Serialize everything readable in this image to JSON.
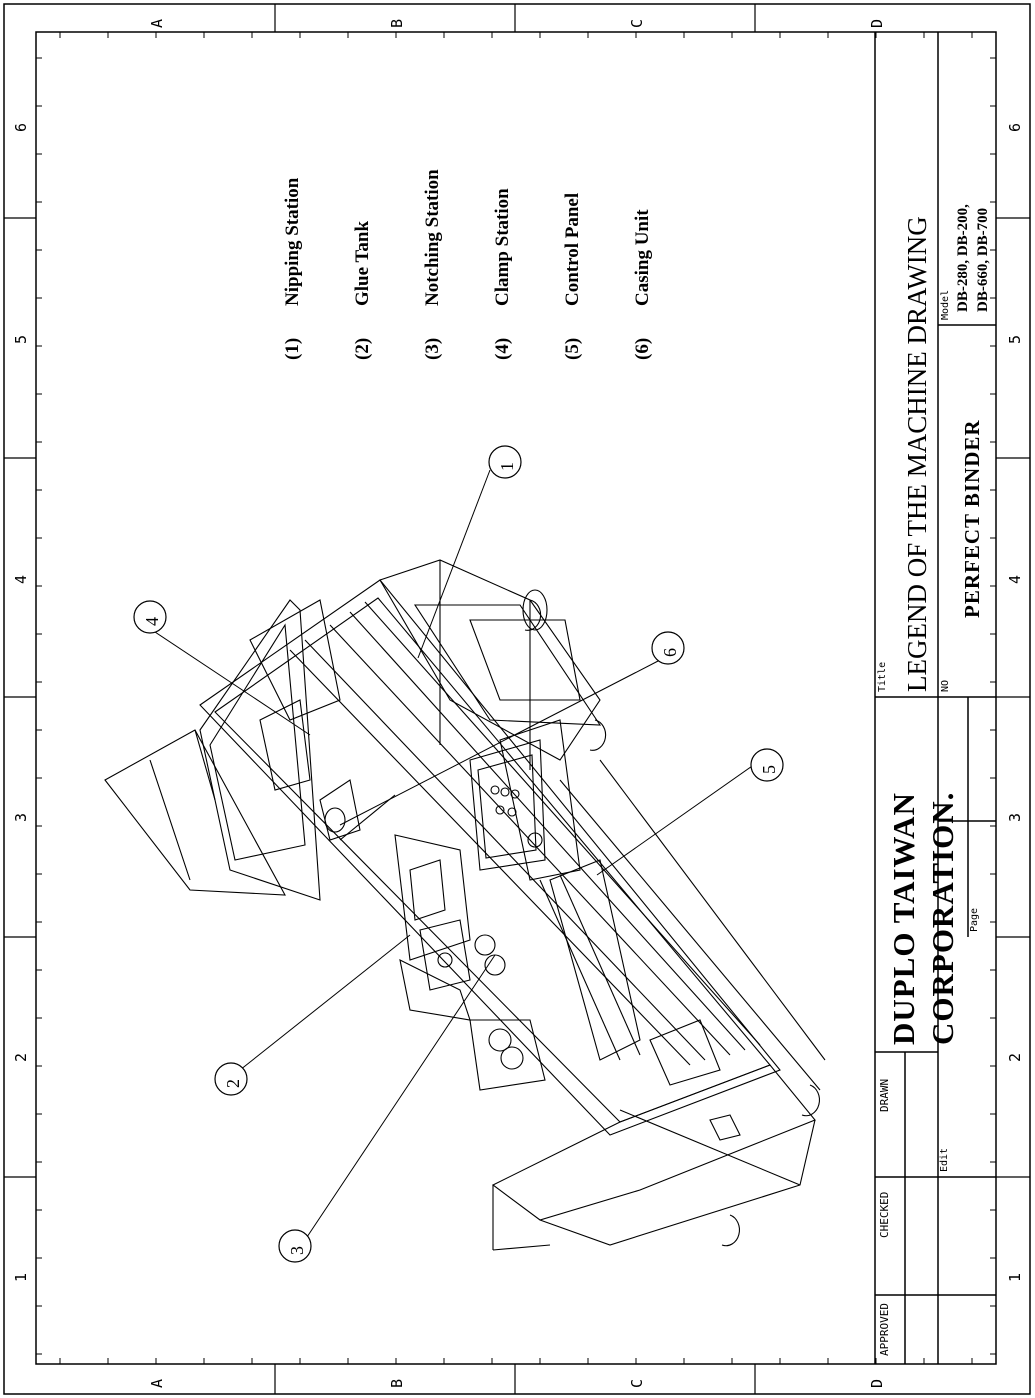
{
  "legend": [
    {
      "num": "(1)",
      "label": "Nipping Station"
    },
    {
      "num": "(2)",
      "label": "Glue Tank"
    },
    {
      "num": "(3)",
      "label": "Notching Station"
    },
    {
      "num": "(4)",
      "label": "Clamp Station"
    },
    {
      "num": "(5)",
      "label": "Control Panel"
    },
    {
      "num": "(6)",
      "label": "Casing Unit"
    }
  ],
  "callouts": [
    "1",
    "2",
    "3",
    "4",
    "5",
    "6"
  ],
  "title_block": {
    "company_line1": "DUPLO TAIWAN",
    "company_line2": "CORPORATION.",
    "title_label": "Title",
    "title": "LEGEND OF THE MACHINE DRAWING",
    "no_label": "NO",
    "subtitle": "PERFECT   BINDER",
    "model_label": "Model",
    "model_line1": "DB-280, DB-200,",
    "model_line2": "DB-660, DB-700",
    "page_label": "Page",
    "edit_label": "Edit",
    "approved": "APPROVED",
    "checked": "CHECKED",
    "drawn": "DRAWN"
  },
  "grid": {
    "letters": [
      "A",
      "B",
      "C",
      "D"
    ],
    "numbers": [
      "1",
      "2",
      "3",
      "4",
      "5",
      "6"
    ]
  }
}
